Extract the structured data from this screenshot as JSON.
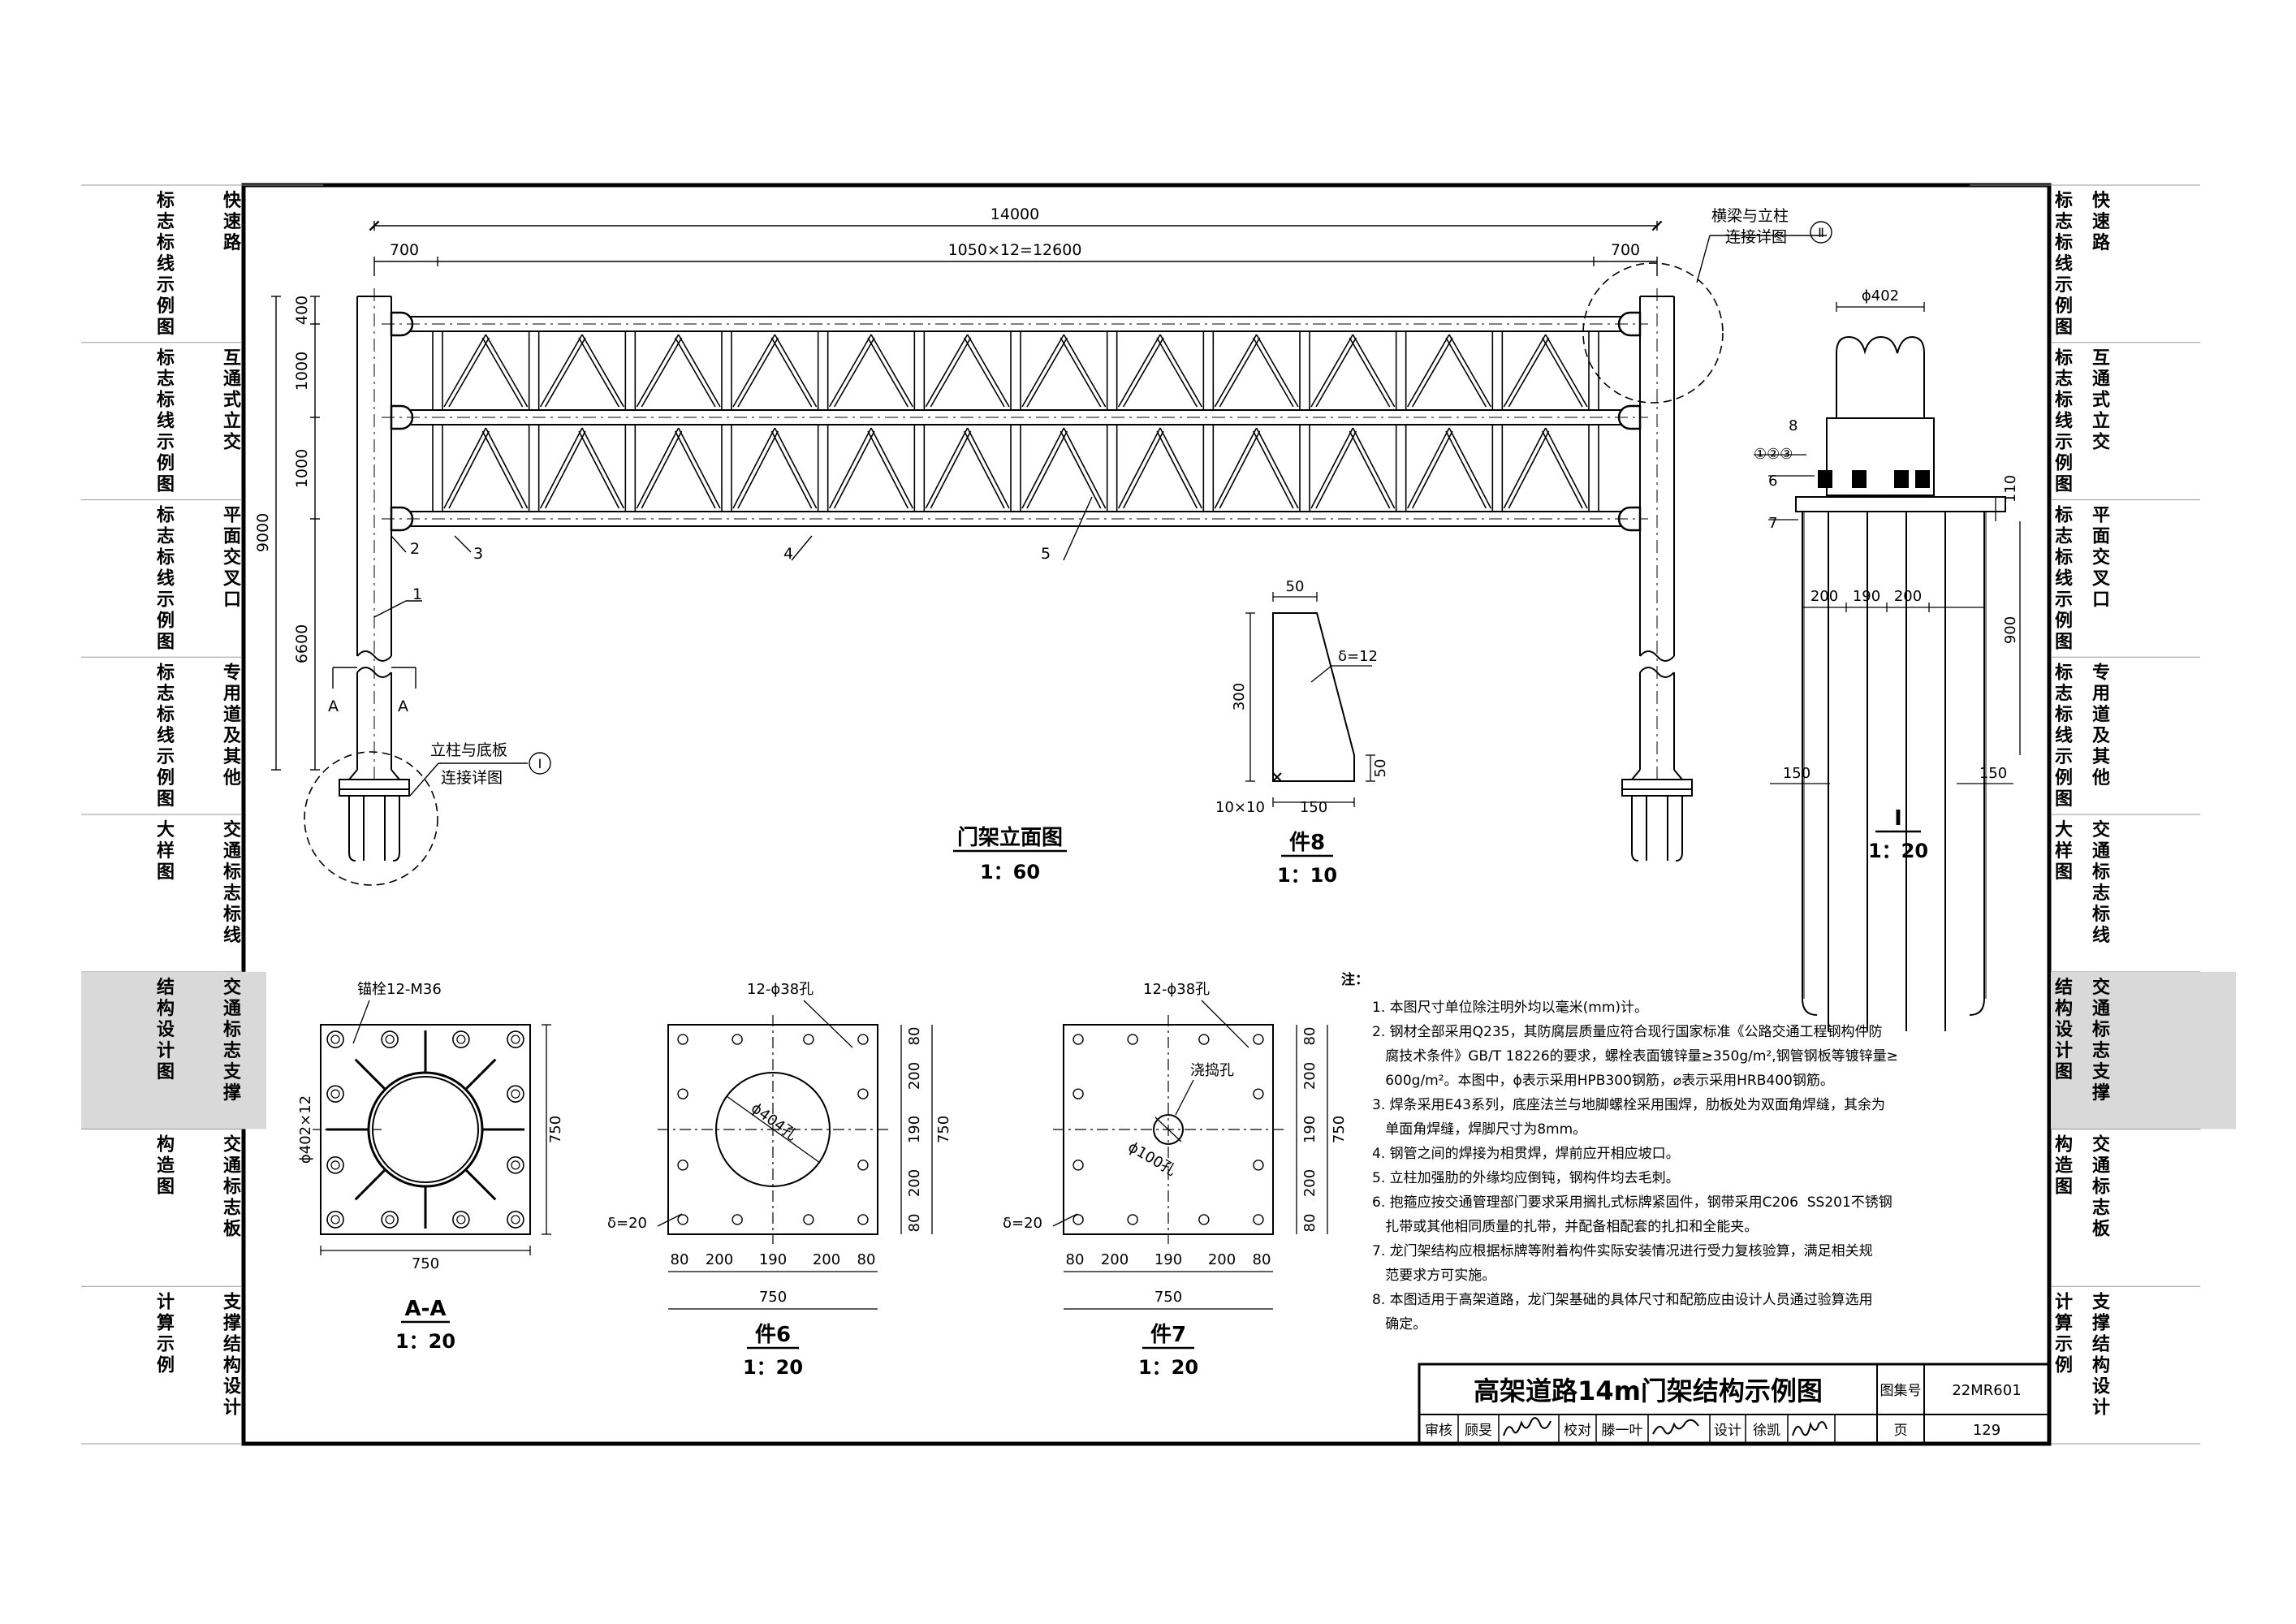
{
  "side_tabs": [
    {
      "col_a": "快速路",
      "col_b": "标志标线示例图"
    },
    {
      "col_a": "互通式立交",
      "col_b": "标志标线示例图"
    },
    {
      "col_a": "平面交叉口",
      "col_b": "标志标线示例图"
    },
    {
      "col_a": "专用道及其他",
      "col_b": "标志标线示例图"
    },
    {
      "col_a": "交通标志标线",
      "col_b": "大样图"
    },
    {
      "col_a": "交通标志支撑",
      "col_b": "结构设计图",
      "active": true
    },
    {
      "col_a": "交通标志板",
      "col_b": "构造图"
    },
    {
      "col_a": "支撑结构设计",
      "col_b": "计算示例"
    }
  ],
  "elevation": {
    "overall_dim": "14000",
    "left_dim": "700",
    "mid_dim": "1050×12=12600",
    "right_dim": "700",
    "vertical_dims": [
      "400",
      "1000",
      "1000",
      "6600"
    ],
    "total_height": "9000",
    "part_labels": [
      "1",
      "2",
      "3",
      "4",
      "5"
    ],
    "section_mark": "A",
    "detail_top": {
      "text1": "横梁与立柱",
      "text2": "连接详图",
      "num": "Ⅱ"
    },
    "detail_bottom": {
      "text1": "立柱与底板",
      "text2": "连接详图",
      "num": "Ⅰ"
    },
    "title": "门架立面图",
    "scale": "1：60"
  },
  "part8": {
    "dims": [
      "50",
      "300",
      "150",
      "50",
      "10×10"
    ],
    "delta": "δ=12",
    "title": "件8",
    "scale": "1：10"
  },
  "detail1": {
    "phi": "ϕ402",
    "parts": [
      "①②③",
      "8",
      "6",
      "7"
    ],
    "dims": [
      "200",
      "190",
      "200",
      "110",
      "900",
      "150",
      "150"
    ],
    "title": "Ⅰ",
    "scale": "1：20"
  },
  "section_aa": {
    "bolt_label": "锚栓12-M36",
    "side_label": "ϕ402×12",
    "width": "750",
    "height": "750",
    "title": "A-A",
    "scale": "1：20"
  },
  "part6": {
    "hole_label": "12-ϕ38孔",
    "center_hole": "ϕ404孔",
    "delta": "δ=20",
    "h_dims": [
      "80",
      "200",
      "190",
      "200",
      "80"
    ],
    "v_dims": [
      "80",
      "200",
      "190",
      "200",
      "80"
    ],
    "total": "750",
    "title": "件6",
    "scale": "1：20"
  },
  "part7": {
    "hole_label": "12-ϕ38孔",
    "pour_label": "浇捣孔",
    "center_hole": "ϕ100孔",
    "delta": "δ=20",
    "h_dims": [
      "80",
      "200",
      "190",
      "200",
      "80"
    ],
    "v_dims": [
      "80",
      "200",
      "190",
      "200",
      "80"
    ],
    "total": "750",
    "title": "件7",
    "scale": "1：20"
  },
  "notes": {
    "heading": "注：",
    "lines": [
      "1. 本图尺寸单位除注明外均以毫米(mm)计。",
      "2. 钢材全部采用Q235，其防腐层质量应符合现行国家标准《公路交通工程钢构件防",
      "   腐技术条件》GB/T 18226的要求，螺栓表面镀锌量≥350g/m²,钢管钢板等镀锌量≥",
      "   600g/m²。本图中，ϕ表示采用HPB300钢筋，⌀表示采用HRB400钢筋。",
      "3. 焊条采用E43系列，底座法兰与地脚螺栓采用围焊，肋板处为双面角焊缝，其余为",
      "   单面角焊缝，焊脚尺寸为8mm。",
      "4. 钢管之间的焊接为相贯焊，焊前应开相应坡口。",
      "5. 立柱加强肋的外缘均应倒钝，钢构件均去毛刺。",
      "6. 抱箍应按交通管理部门要求采用搁扎式标牌紧固件，钢带采用C206  SS201不锈钢",
      "   扎带或其他相同质量的扎带，并配备相配套的扎扣和全能夹。",
      "7. 龙门架结构应根据标牌等附着构件实际安装情况进行受力复核验算，满足相关规",
      "   范要求方可实施。",
      "8. 本图适用于高架道路，龙门架基础的具体尺寸和配筋应由设计人员通过验算选用",
      "   确定。"
    ]
  },
  "title_block": {
    "title": "高架道路14m门架结构示例图",
    "atlas_label": "图集号",
    "atlas_no": "22MR601",
    "review_label": "审核",
    "reviewer": "顾旻",
    "check_label": "校对",
    "checker": "滕一叶",
    "design_label": "设计",
    "designer": "徐凯",
    "page_label": "页",
    "page_no": "129"
  }
}
